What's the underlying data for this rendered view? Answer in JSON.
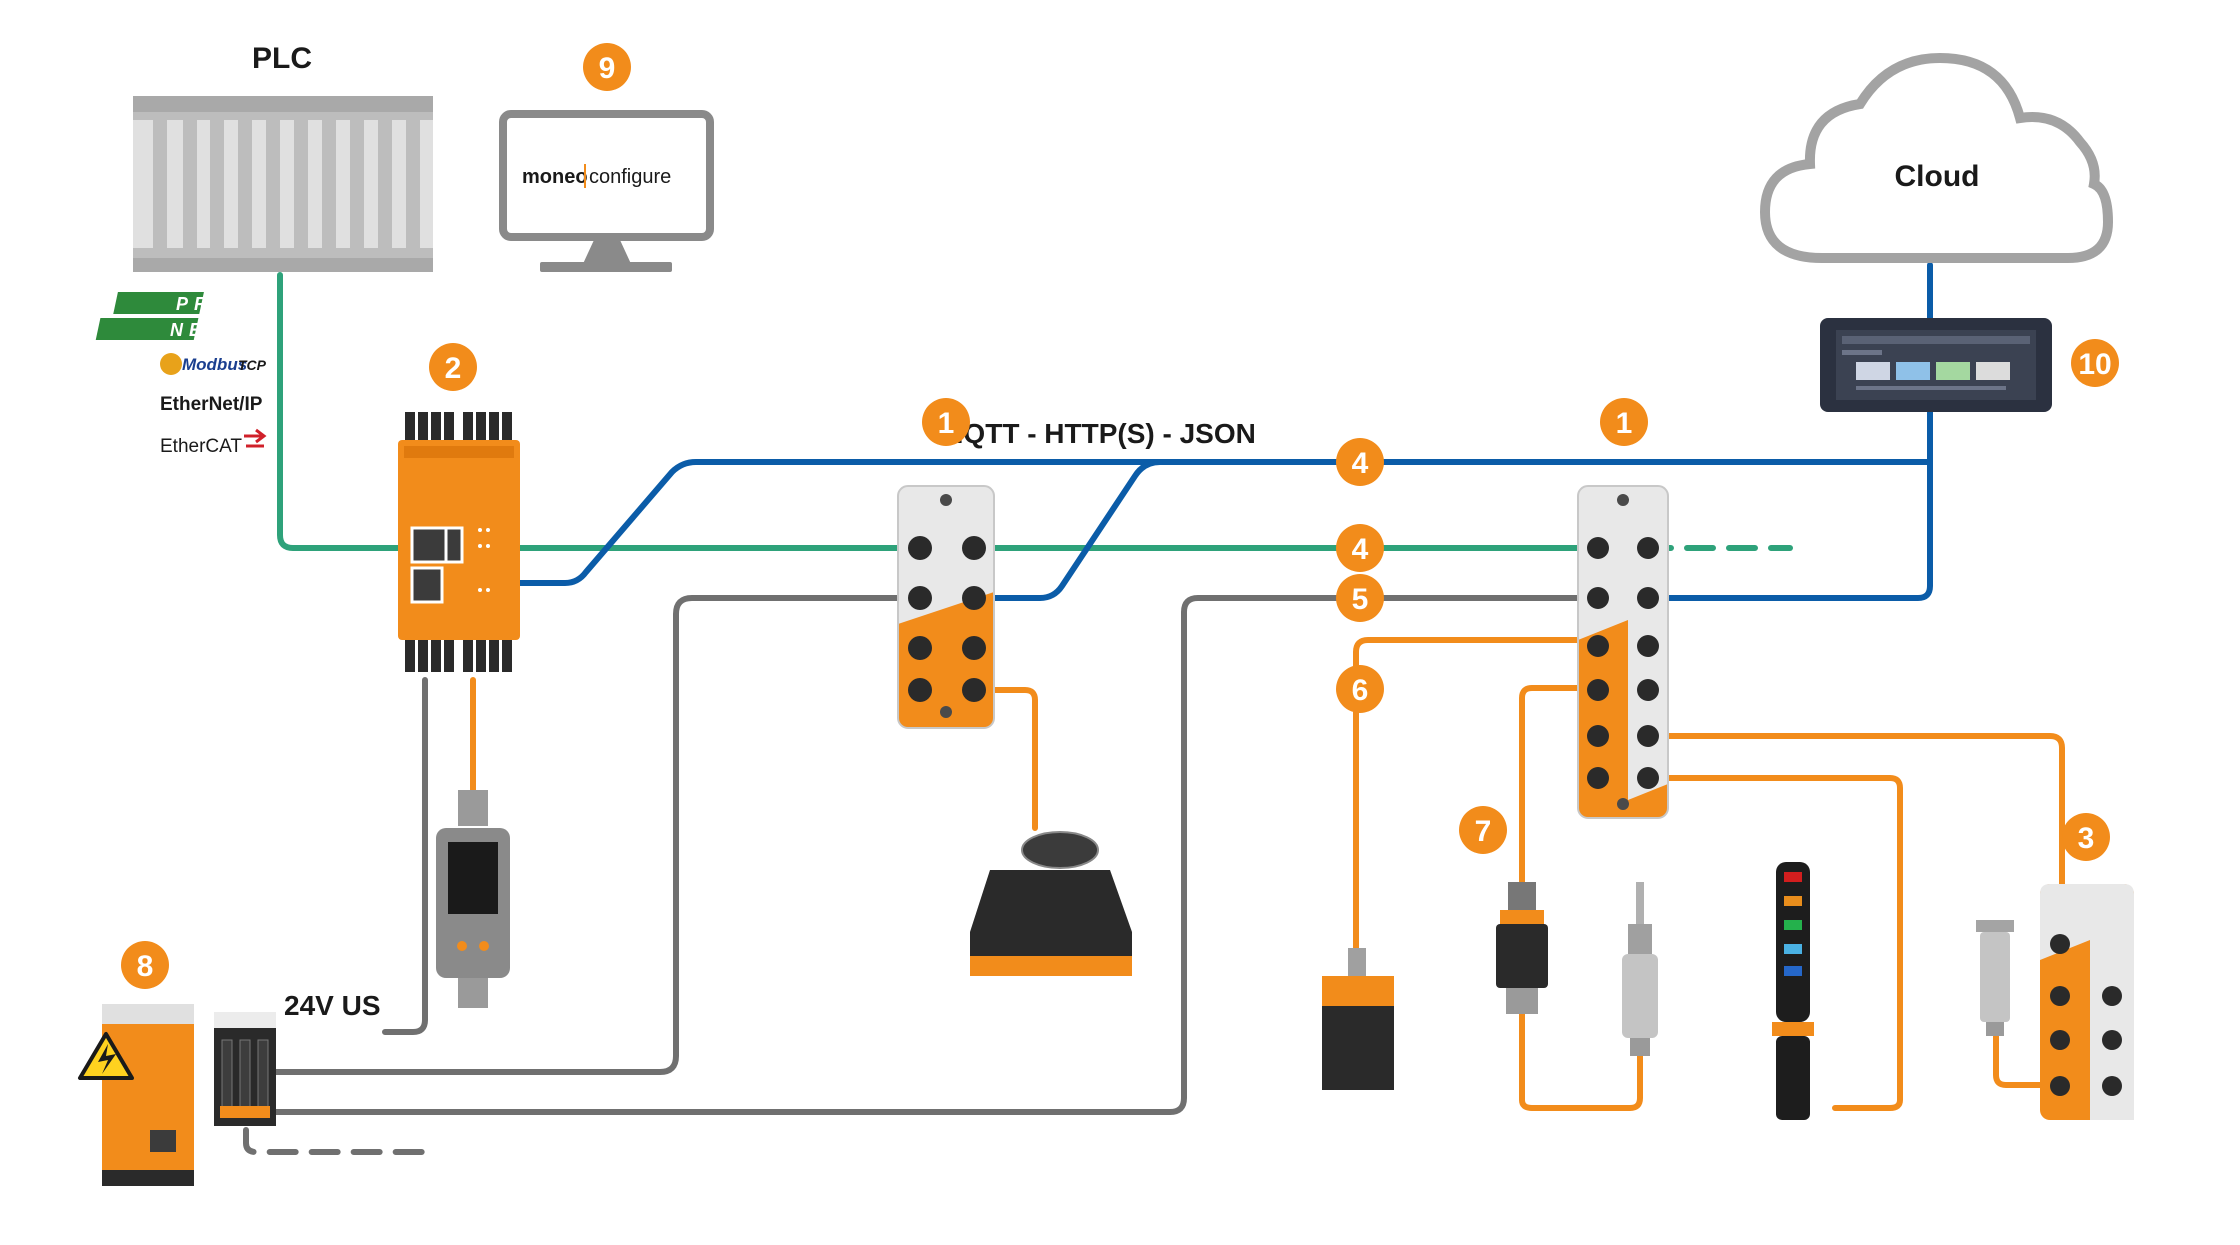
{
  "labels": {
    "plc": "PLC",
    "cloud": "Cloud",
    "protocol": "MQTT - HTTP(S) - JSON",
    "supply": "24V US",
    "monitor_left": "moneo",
    "monitor_right": "configure"
  },
  "fieldbus": {
    "profinet_top": "PROFI",
    "profinet_bottom": "NET",
    "modbus": "Modbus",
    "modbus_suffix": "TCP",
    "ethernetip": "EtherNet/IP",
    "ethercat": "EtherCAT"
  },
  "badges": {
    "b1a": "1",
    "b1b": "1",
    "b2": "2",
    "b3": "3",
    "b4a": "4",
    "b4b": "4",
    "b5": "5",
    "b6": "6",
    "b7": "7",
    "b8": "8",
    "b9": "9",
    "b10": "10"
  },
  "colors": {
    "orange": "#f28c1b",
    "blue": "#0b5ca8",
    "green": "#2ea27a",
    "gray": "#707070",
    "light_gray": "#c9c9c9"
  }
}
